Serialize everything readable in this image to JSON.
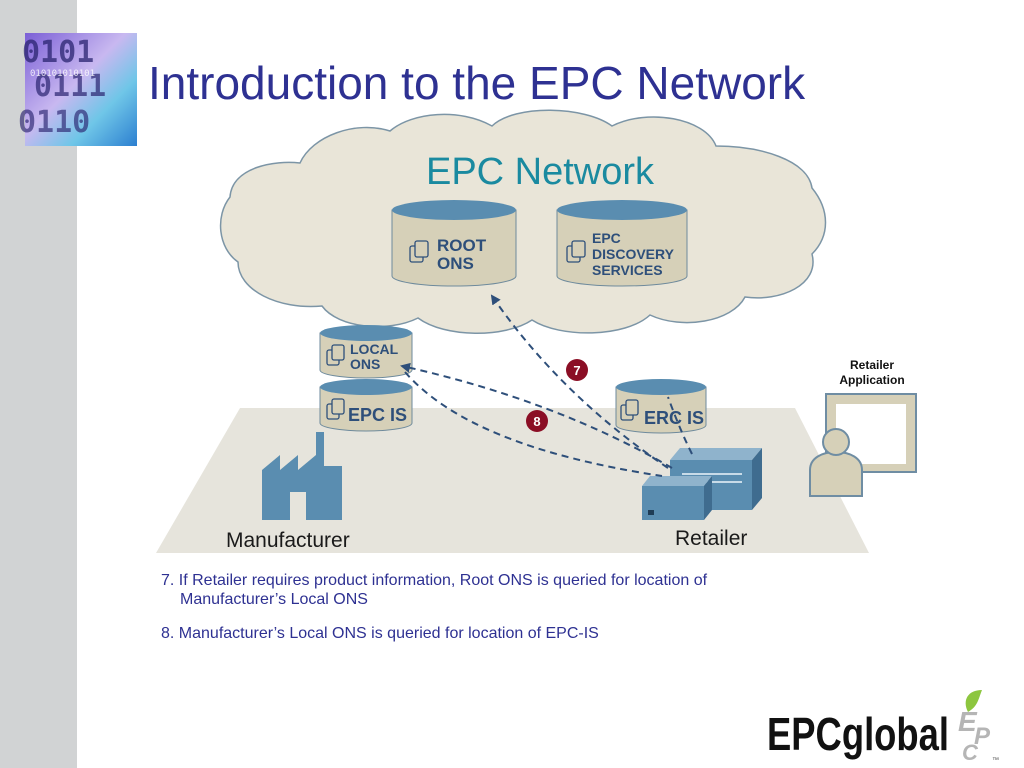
{
  "slide": {
    "title": "Introduction to the EPC Network"
  },
  "diagram": {
    "cloud_title": "EPC Network",
    "root_ons": [
      "ROOT",
      "ONS"
    ],
    "discovery": [
      "EPC",
      "DISCOVERY",
      "SERVICES"
    ],
    "local_ons": [
      "LOCAL",
      "ONS"
    ],
    "manufacturer_epcis": "EPC IS",
    "retailer_epcis": "ERC IS",
    "manufacturer_label": "Manufacturer",
    "retailer_label": "Retailer",
    "retailer_app": [
      "Retailer",
      "Application"
    ],
    "step_7": "7",
    "step_8": "8"
  },
  "notes": {
    "note_7_line1": "7. If Retailer requires product information, Root ONS is queried for location of",
    "note_7_line2": "Manufacturer’s Local ONS",
    "note_8": "8. Manufacturer’s Local ONS is queried for location of EPC-IS"
  },
  "logo": {
    "text": "EPCglobal",
    "tm": "™"
  },
  "colors": {
    "title": "#2e3192",
    "cloud_title": "#1a8aa0",
    "cloud_fill": "#e9e5d8",
    "db_top": "#5a8db0",
    "db_body": "#d6d0b8",
    "db_text": "#2e4f7a",
    "step_badge": "#8b0e25",
    "ground": "#e6e4dc"
  }
}
